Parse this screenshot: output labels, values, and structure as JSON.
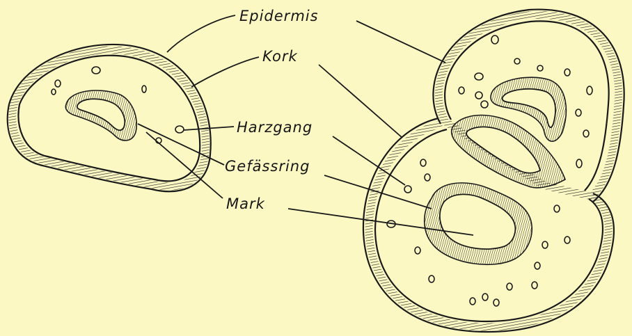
{
  "labels": {
    "epidermis": "Epidermis",
    "kork": "Kork",
    "harzgang": "Harzgang",
    "gefaessring": "Gefässring",
    "mark": "Mark"
  },
  "colors": {
    "paper": "#fbf8c4",
    "ink": "#1a1a1a"
  }
}
